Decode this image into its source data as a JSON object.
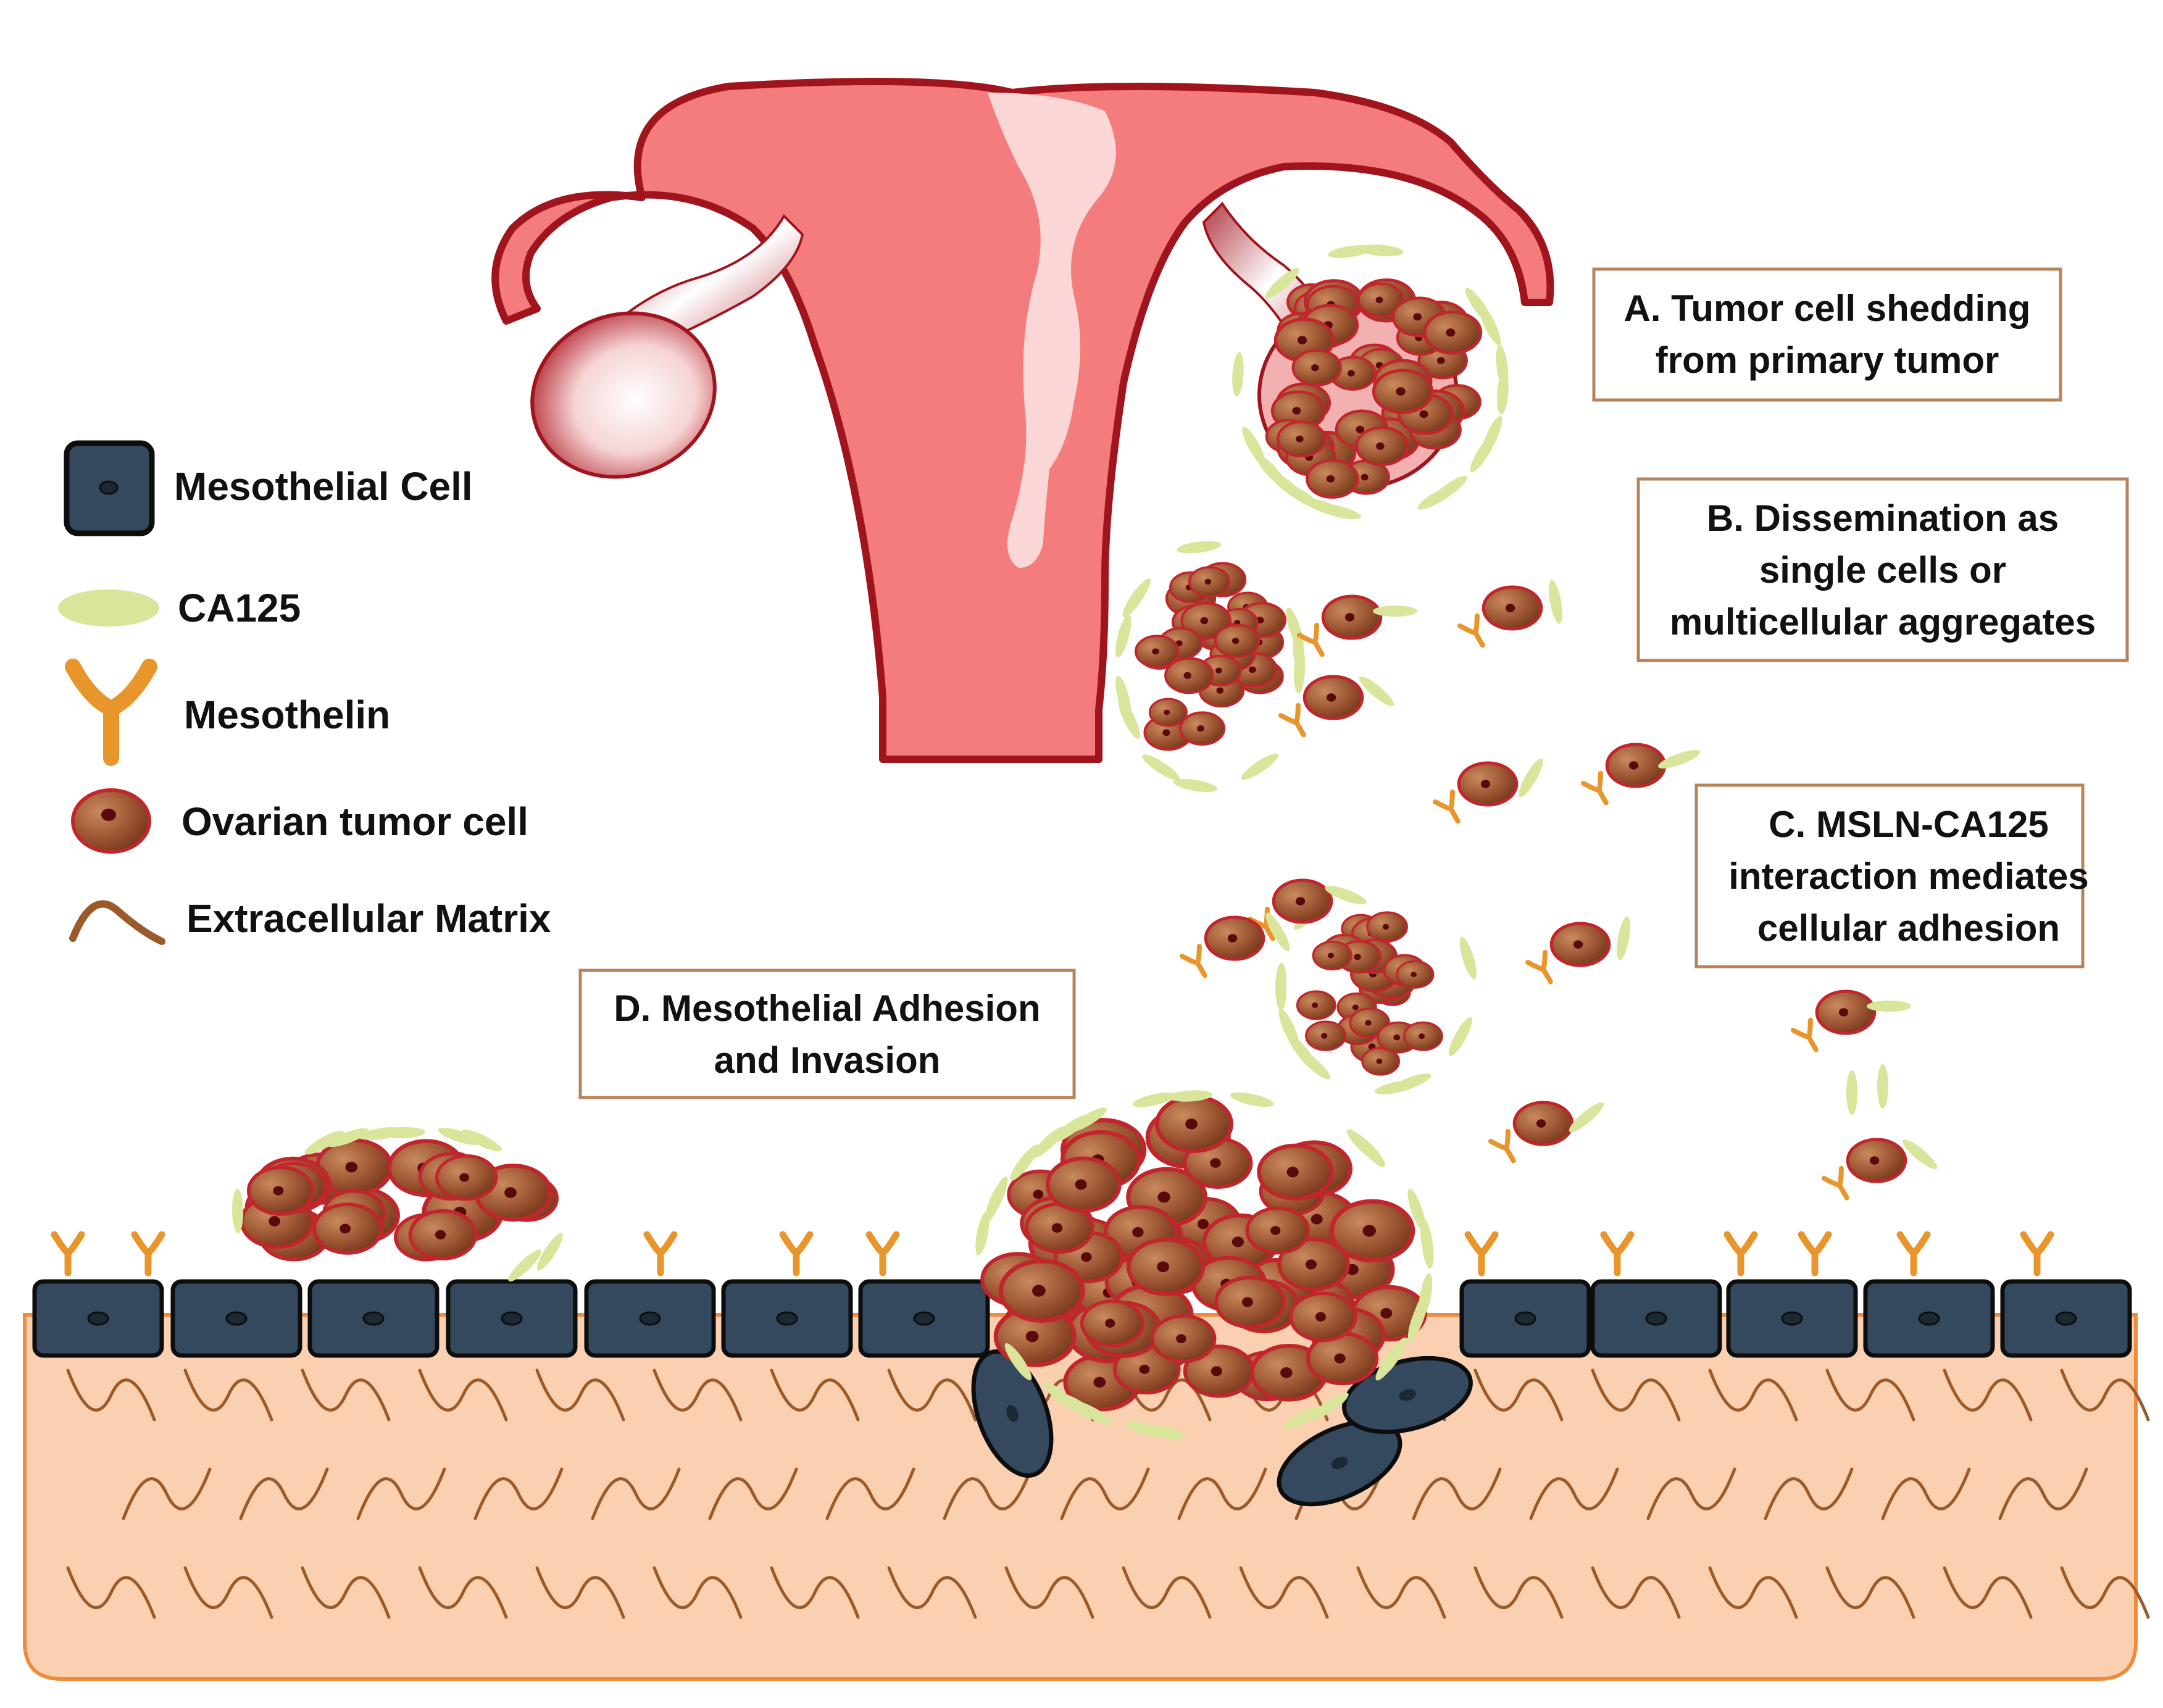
{
  "legend": {
    "items": [
      {
        "icon": "mesothelial-cell-icon",
        "label": "Mesothelial Cell"
      },
      {
        "icon": "ca125-icon",
        "label": "CA125"
      },
      {
        "icon": "mesothelin-icon",
        "label": "Mesothelin"
      },
      {
        "icon": "ovarian-tumor-cell-icon",
        "label": "Ovarian tumor cell"
      },
      {
        "icon": "extracellular-matrix-icon",
        "label": "Extracellular Matrix"
      }
    ]
  },
  "steps": [
    {
      "lines": [
        "A. Tumor cell shedding",
        "from primary tumor"
      ]
    },
    {
      "lines": [
        "B. Dissemination as",
        "single cells or",
        "multicellular aggregates"
      ]
    },
    {
      "lines": [
        "C. MSLN-CA125",
        "interaction mediates",
        "cellular adhesion"
      ]
    },
    {
      "lines": [
        "D. Mesothelial Adhesion",
        "and Invasion"
      ]
    }
  ],
  "colors": {
    "uterus_fill": "#f47c7c",
    "uterus_outline": "#a0141e",
    "uterus_cavity": "#fbd6d6",
    "tumor_cell": "#8a4a2a",
    "tumor_cell_outline": "#c0262c",
    "tumor_nucleus": "#5a0a0a",
    "mesothelial_cell": "#34495e",
    "mesothelial_outline": "#0d0d0d",
    "ca125": "#d8e59a",
    "mesothelin": "#e8962c",
    "tissue": "#fbd0b0",
    "tissue_outline": "#f08a3c",
    "matrix_fiber": "#9a5a2a",
    "box_border": "#b9835a"
  }
}
